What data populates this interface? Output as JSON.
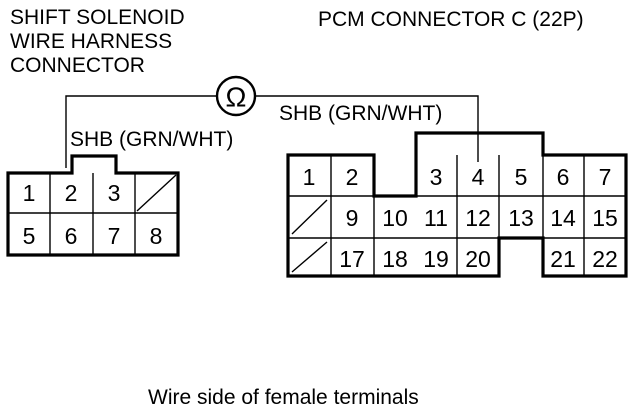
{
  "left_connector": {
    "title_lines": [
      "SHIFT SOLENOID",
      "WIRE HARNESS",
      "CONNECTOR"
    ],
    "wire_label": "SHB (GRN/WHT)",
    "pins_row1": [
      "1",
      "2",
      "3"
    ],
    "pins_row2": [
      "5",
      "6",
      "7",
      "8"
    ]
  },
  "right_connector": {
    "title": "PCM CONNECTOR C (22P)",
    "wire_label": "SHB (GRN/WHT)",
    "pins_row1_left": [
      "1",
      "2"
    ],
    "pins_row1_right": [
      "3",
      "4",
      "5",
      "6",
      "7"
    ],
    "pins_row2": [
      "9",
      "10",
      "11",
      "12",
      "13",
      "14",
      "15"
    ],
    "pins_row3_mid": [
      "17",
      "18",
      "19",
      "20"
    ],
    "pins_row3_right": [
      "21",
      "22"
    ]
  },
  "meter": {
    "symbol": "Ω",
    "icon": "ohmmeter-icon"
  },
  "caption": "Wire side of female terminals"
}
